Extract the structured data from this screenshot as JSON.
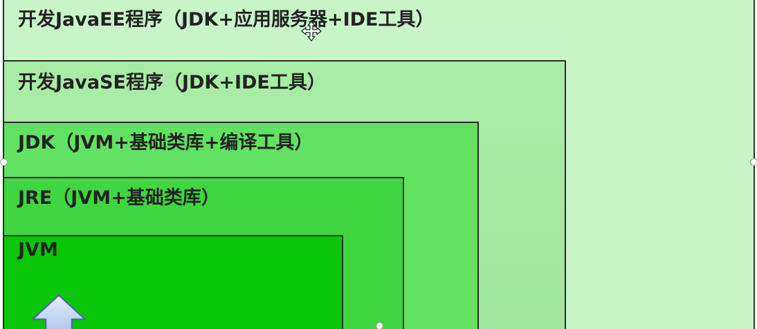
{
  "diagram": {
    "layers": {
      "ee": {
        "label": "开发JavaEE程序（JDK+应用服务器+IDE工具）"
      },
      "se": {
        "label": "开发JavaSE程序（JDK+IDE工具）"
      },
      "jdk": {
        "label": "JDK（JVM+基础类库+编译工具）"
      },
      "jre": {
        "label": "JRE（JVM+基础类库）"
      },
      "jvm": {
        "label": "JVM"
      }
    },
    "colors": {
      "ee": "#c8f5c8",
      "se": "#a3e9a0",
      "jdk": "#62e262",
      "jre": "#3fd63f",
      "jvm": "#09c609",
      "border": "#2a2a2a",
      "arrow": "#a9c3ec"
    },
    "icons": {
      "cursor": "move-cursor-icon",
      "arrow": "up-arrow-icon"
    }
  }
}
